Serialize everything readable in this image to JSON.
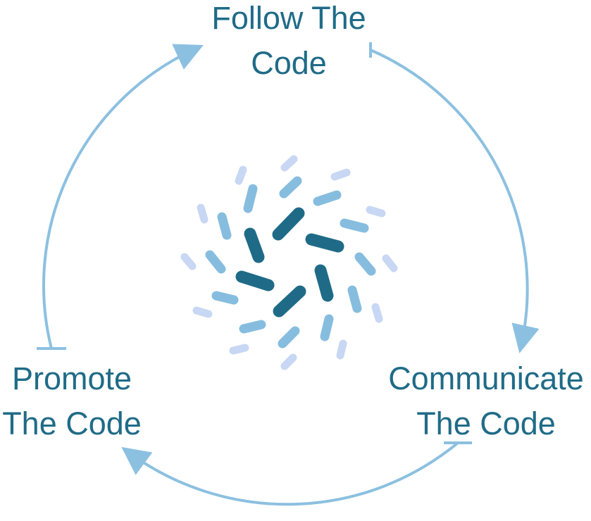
{
  "colors": {
    "text": "#1f6b87",
    "cycle_arrow": "#8cc0e0",
    "dash_dark": "#1f6b87",
    "dash_mid": "#86bddf",
    "dash_light": "#c8d7f3"
  },
  "steps": [
    {
      "line1": "Follow The",
      "line2": "Code"
    },
    {
      "line1": "Communicate",
      "line2": "The Code"
    },
    {
      "line1": "Promote",
      "line2": "The Code"
    }
  ],
  "icons": {
    "center": "pinwheel-dash-graphic",
    "arrows": "cycle-arrow"
  }
}
